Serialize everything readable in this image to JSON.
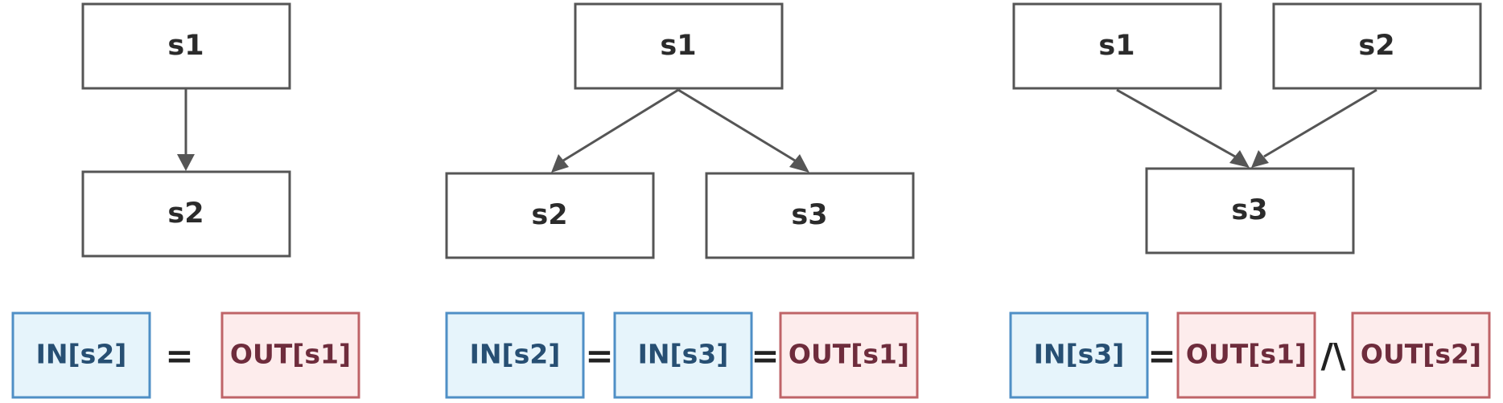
{
  "diagram1": {
    "nodes": {
      "n1": "s1",
      "n2": "s2"
    },
    "equation": {
      "lhs": "IN[s2]",
      "op1": "=",
      "rhs": "OUT[s1]"
    }
  },
  "diagram2": {
    "nodes": {
      "n1": "s1",
      "n2": "s2",
      "n3": "s3"
    },
    "equation": {
      "term1": "IN[s2]",
      "op1": "=",
      "term2": "IN[s3]",
      "op2": "=",
      "term3": "OUT[s1]"
    }
  },
  "diagram3": {
    "nodes": {
      "n1": "s1",
      "n2": "s2",
      "n3": "s3"
    },
    "equation": {
      "term1": "IN[s3]",
      "op1": "=",
      "term2": "OUT[s1]",
      "op2": "/\\",
      "term3": "OUT[s2]"
    }
  },
  "colors": {
    "node_stroke": "#555555",
    "in_fill": "#e6f4fb",
    "in_stroke": "#4f8fc6",
    "in_text": "#274f73",
    "out_fill": "#fdecec",
    "out_stroke": "#bf6468",
    "out_text": "#6e2c3c"
  }
}
